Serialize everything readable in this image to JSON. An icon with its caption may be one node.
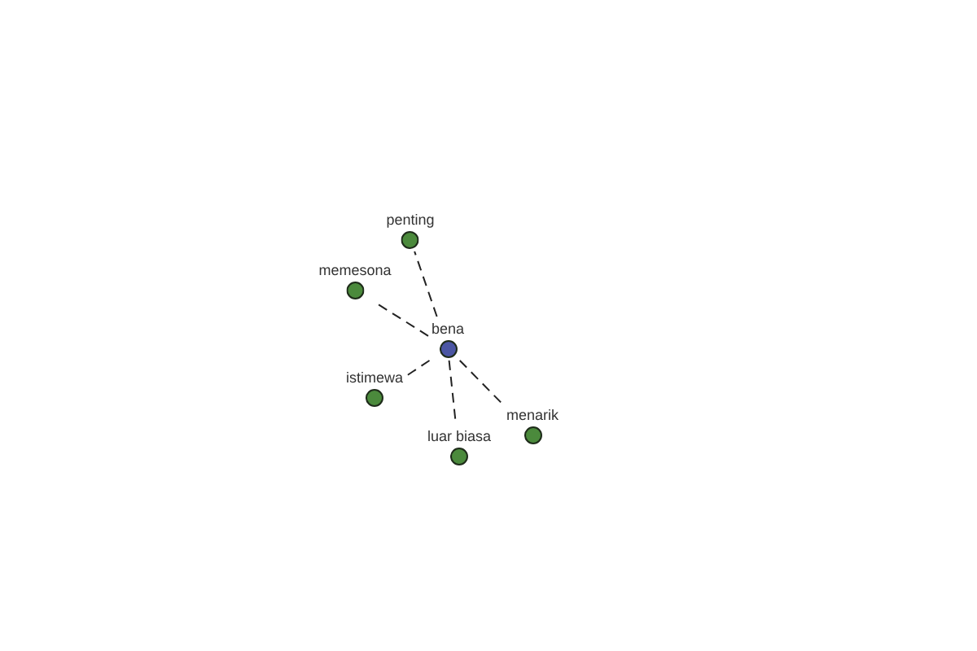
{
  "diagram": {
    "nodes": [
      {
        "text": [
          "penting"
        ]
      },
      {
        "text": [
          "memesona"
        ]
      },
      {
        "text": [
          "bena"
        ]
      },
      {
        "text": [
          "istimewa"
        ]
      },
      {
        "text": [
          "menarik"
        ]
      },
      {
        "text": [
          "luar biasa"
        ]
      }
    ],
    "edges": [
      {
        "from": 2,
        "to": 0,
        "arrow": "none",
        "style": "dashed"
      },
      {
        "from": 2,
        "to": 1,
        "arrow": "none",
        "style": "dashed"
      },
      {
        "from": 2,
        "to": 3,
        "arrow": "none",
        "style": "dashed"
      },
      {
        "from": 2,
        "to": 4,
        "arrow": "none",
        "style": "dashed"
      },
      {
        "from": 2,
        "to": 5,
        "arrow": "none",
        "style": "dashed"
      }
    ]
  }
}
